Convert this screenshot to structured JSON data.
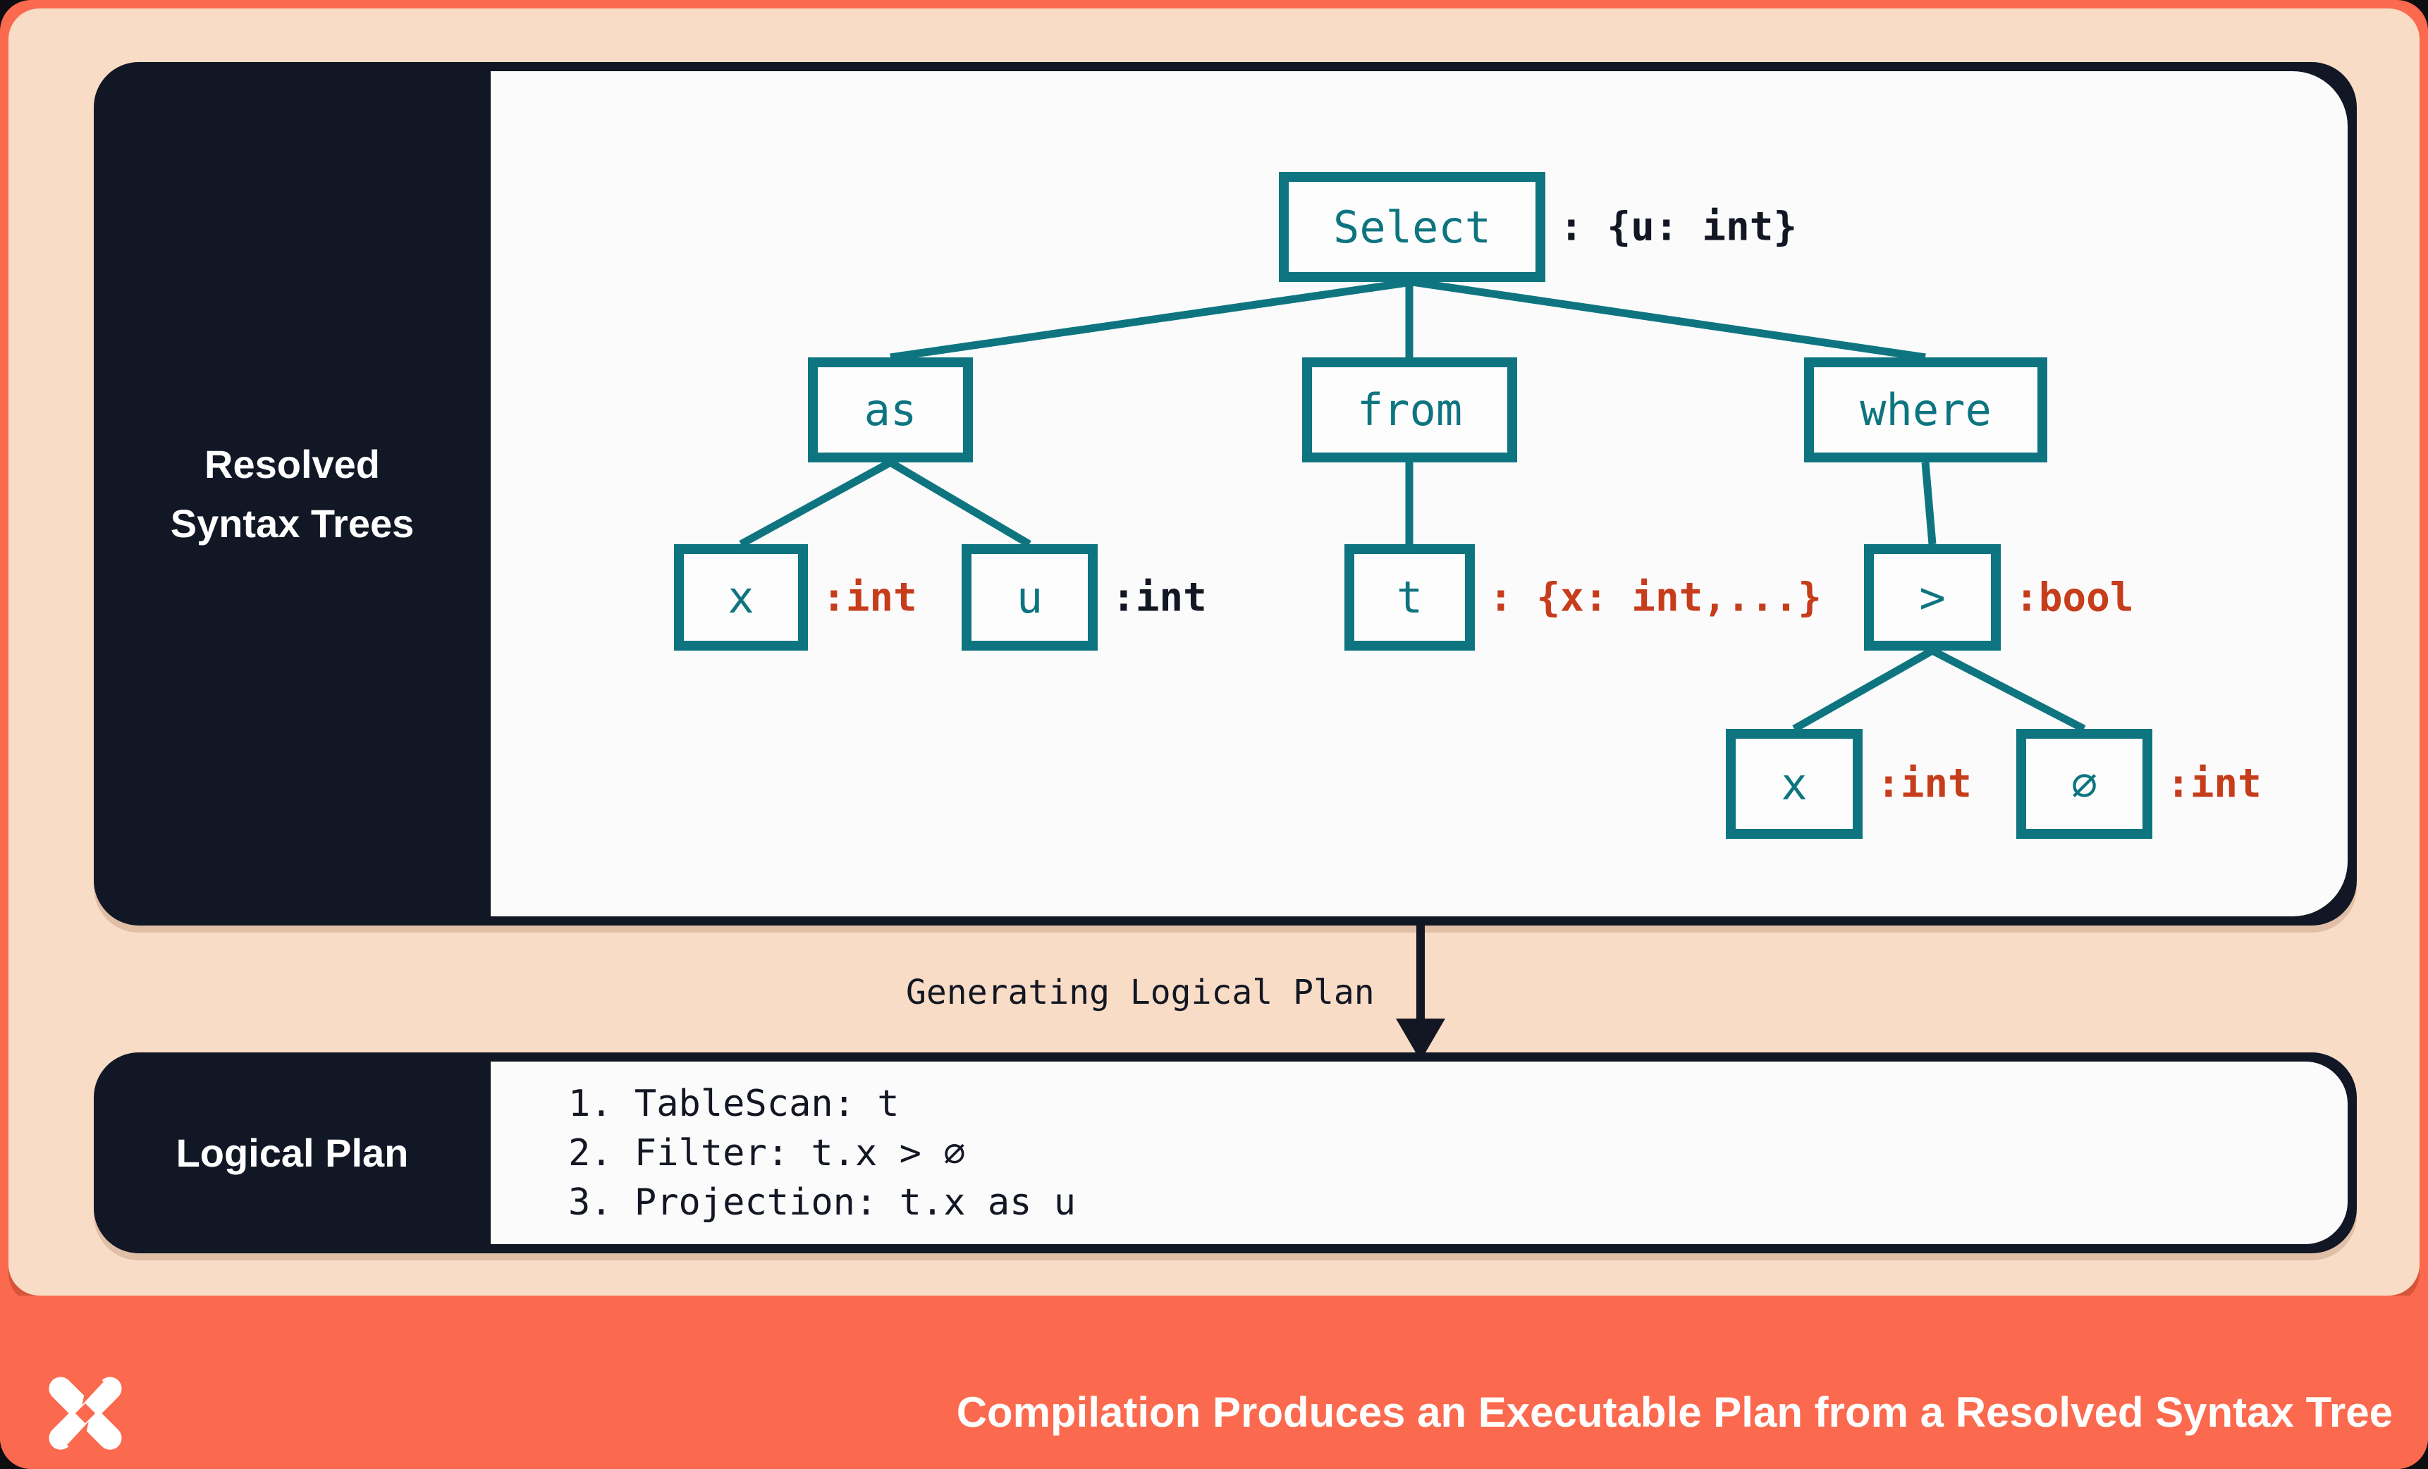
{
  "colors": {
    "background_red": "#fb6a4e",
    "peach": "#f8dcc6",
    "dark_navy": "#121725",
    "panel_light": "#fbfbfc",
    "teal_accent": "#0e7580",
    "type_red": "#c63d1c",
    "white": "#ffffff"
  },
  "resolved_panel": {
    "title_line1": "Resolved",
    "title_line2": "Syntax Trees",
    "tree": {
      "nodes": [
        {
          "label": "Select",
          "type": ": {u: int}"
        },
        {
          "label": "as"
        },
        {
          "label": "from"
        },
        {
          "label": "where"
        },
        {
          "label": "x",
          "type": ":int"
        },
        {
          "label": "u",
          "type": ":int"
        },
        {
          "label": "t",
          "type": ": {x: int,...}"
        },
        {
          "label": ">",
          "type": ":bool"
        },
        {
          "label": "x",
          "type": ":int"
        },
        {
          "label": "∅",
          "type": ":int"
        }
      ]
    }
  },
  "connector": {
    "label": "Generating Logical Plan",
    "arrow_icon": "down-arrow"
  },
  "logical_plan_panel": {
    "title": "Logical Plan",
    "steps": [
      "1. TableScan: t",
      "2. Filter: t.x > ∅",
      "3. Projection: t.x as u"
    ]
  },
  "footer": {
    "logo": "pinwheel-x-logo",
    "caption": "Compilation Produces an Executable Plan from a Resolved Syntax Tree"
  }
}
